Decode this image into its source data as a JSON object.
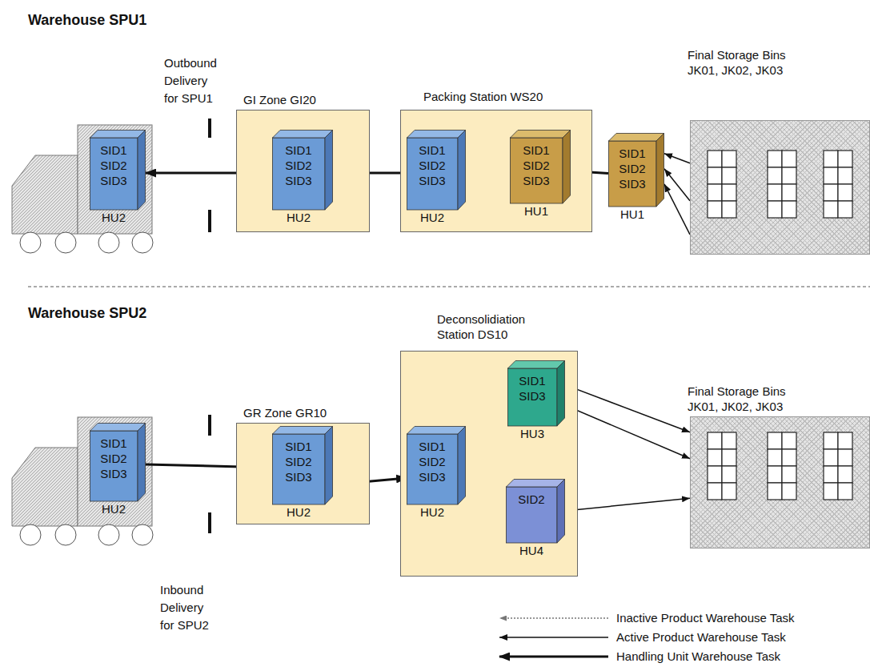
{
  "diagram": {
    "nodes": [
      {
        "text": [
          "SID1",
          "SID2",
          "SID3",
          "HU2"
        ]
      },
      {
        "text": [
          "GI Zone GI20"
        ]
      },
      {
        "text": [
          "SID1",
          "SID2",
          "SID3",
          "HU2"
        ],
        "in": 1
      },
      {
        "text": [
          "Packing Station WS20"
        ]
      },
      {
        "text": [
          "SID1",
          "SID2",
          "SID3",
          "HU2"
        ],
        "in": 3
      },
      {
        "text": [
          "SID1",
          "SID2",
          "SID3",
          "HU1"
        ],
        "in": 3
      },
      {
        "text": [
          "SID1",
          "SID2",
          "SID3",
          "HU1"
        ]
      },
      {
        "text": [
          "Final Storage Bins JK01, JK02, JK03"
        ]
      },
      {
        "text": [
          "SID1",
          "SID2",
          "SID3",
          "HU2"
        ]
      },
      {
        "text": [
          "GR Zone GR10"
        ]
      },
      {
        "text": [
          "SID1",
          "SID2",
          "SID3",
          "HU2"
        ],
        "in": 9
      },
      {
        "text": [
          "Deconsolidiation Station DS10"
        ]
      },
      {
        "text": [
          "SID1",
          "SID2",
          "SID3",
          "HU2"
        ],
        "in": 11
      },
      {
        "text": [
          "SID1",
          "SID3",
          "HU3"
        ],
        "in": 11
      },
      {
        "text": [
          "SID2",
          "HU4"
        ],
        "in": 11
      },
      {
        "text": [
          "Final Storage Bins JK01, JK02, JK03"
        ]
      }
    ],
    "edges": [
      {
        "from": 2,
        "to": 0,
        "arrow": "to"
      },
      {
        "from": 4,
        "to": 2,
        "arrow": "to"
      },
      {
        "from": 5,
        "to": 4,
        "arrow": "to"
      },
      {
        "from": 5,
        "to": 4,
        "arrow": "to"
      },
      {
        "from": 5,
        "to": 4,
        "arrow": "to"
      },
      {
        "from": 6,
        "to": 5,
        "arrow": "to"
      },
      {
        "from": 7,
        "to": 6,
        "arrow": "to"
      },
      {
        "from": 7,
        "to": 6,
        "arrow": "to"
      },
      {
        "from": 7,
        "to": 6,
        "arrow": "to"
      },
      {
        "from": 8,
        "to": 10,
        "arrow": "to"
      },
      {
        "from": 10,
        "to": 12,
        "arrow": "to"
      },
      {
        "from": 12,
        "to": 13,
        "arrow": "to"
      },
      {
        "from": 12,
        "to": 13,
        "arrow": "to"
      },
      {
        "from": 12,
        "to": 14,
        "arrow": "to"
      },
      {
        "from": 13,
        "to": 15,
        "arrow": "to"
      },
      {
        "from": 13,
        "to": 15,
        "arrow": "to"
      },
      {
        "from": 14,
        "to": 15,
        "arrow": "to"
      }
    ],
    "labels": [
      "Warehouse SPU1",
      "Outbound Delivery for SPU1",
      "Warehouse SPU2",
      "Inbound Delivery for SPU2"
    ],
    "legend": [
      {
        "text": "Inactive Product Warehouse Task"
      },
      {
        "text": "Active Product Warehouse Task"
      },
      {
        "text": "Handling Unit Warehouse Task"
      }
    ]
  }
}
